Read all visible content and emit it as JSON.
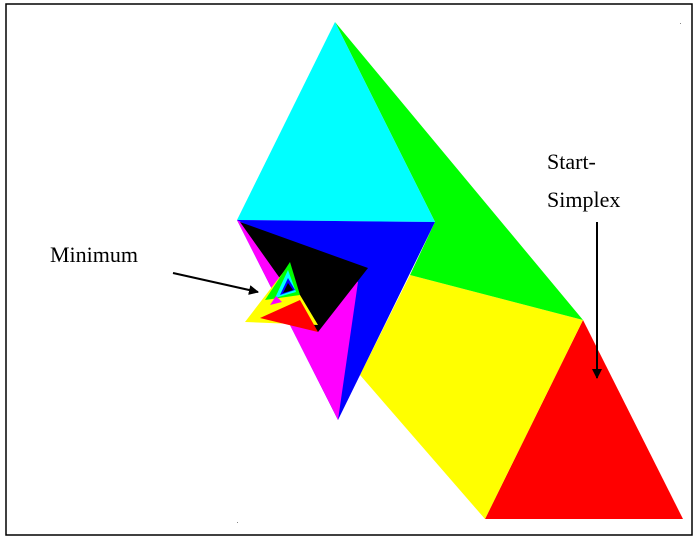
{
  "figure": {
    "labels": {
      "start_simplex_line1": "Start-",
      "start_simplex_line2": "Simplex",
      "minimum": "Minimum"
    },
    "colors": {
      "red": "#ff0000",
      "yellow": "#ffff00",
      "green": "#00ff00",
      "cyan": "#00ffff",
      "blue": "#0000ff",
      "magenta": "#ff00ff",
      "black": "#000000",
      "white": "#ffffff"
    }
  }
}
